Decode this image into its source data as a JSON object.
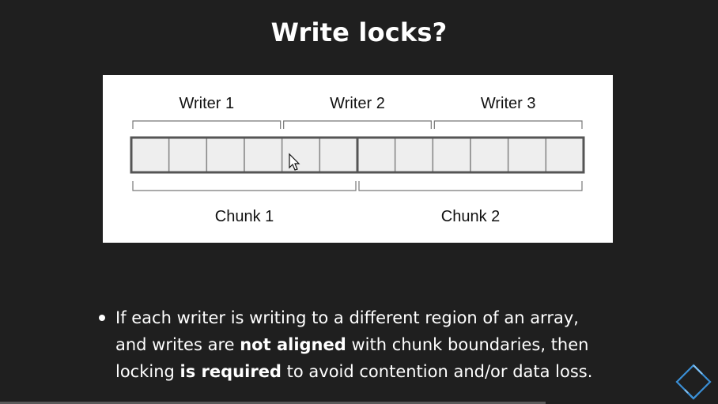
{
  "slide": {
    "title": "Write locks?"
  },
  "diagram": {
    "writers": [
      "Writer 1",
      "Writer 2",
      "Writer 3"
    ],
    "chunks": [
      "Chunk 1",
      "Chunk 2"
    ],
    "cell_count": 12,
    "cells_per_writer": 4,
    "cells_per_chunk": 6
  },
  "bullet": {
    "line1": "If each writer is writing to a different region of an array,",
    "line2_a": "and writes are ",
    "line2_b": "not aligned",
    "line2_c": " with chunk boundaries, then",
    "line3_a": "locking ",
    "line3_b": "is required",
    "line3_c": " to avoid contention and/or data loss."
  },
  "colors": {
    "background": "#1f1f1f",
    "text": "#ffffff",
    "diagram_bg": "#ffffff",
    "cell_fill": "#eeeeee",
    "cell_border": "#555555",
    "logo_accent": "#3a8fd6"
  }
}
